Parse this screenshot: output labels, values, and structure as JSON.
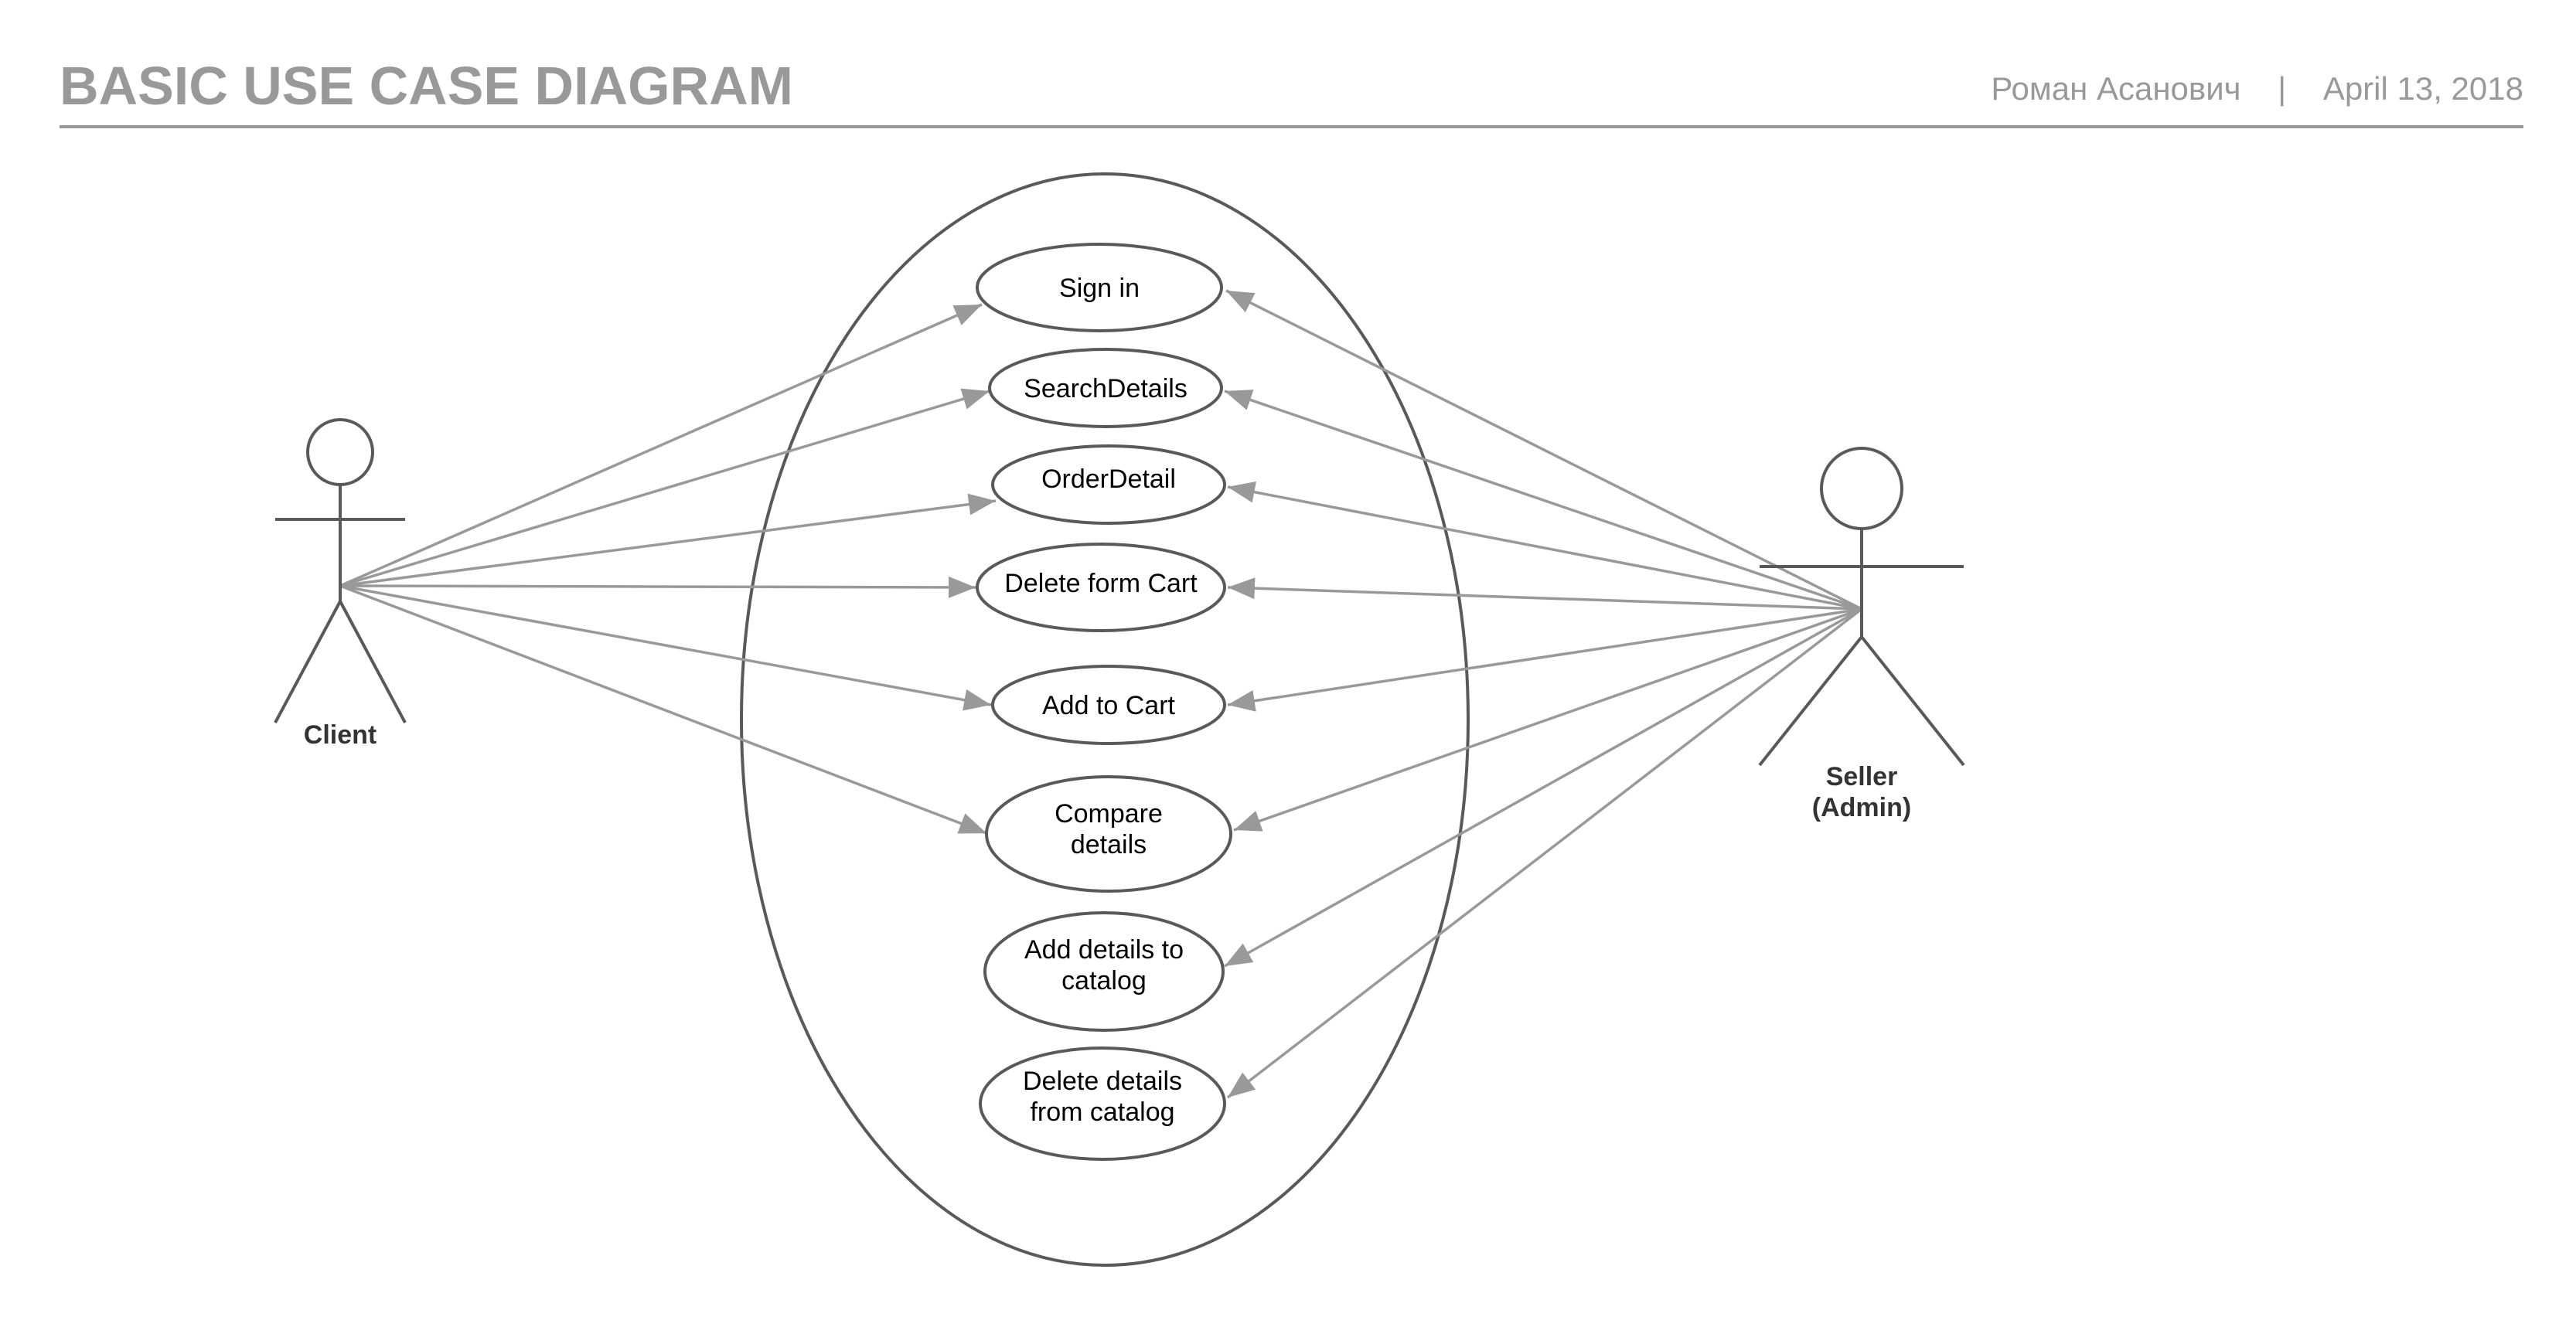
{
  "header": {
    "title": "BASIC USE CASE DIAGRAM",
    "author": "Роман Асанович",
    "separator": "|",
    "date": "April 13, 2018"
  },
  "actors": {
    "client": {
      "label": "Client"
    },
    "seller": {
      "label_lines": [
        "Seller",
        "(Admin)"
      ]
    }
  },
  "use_cases": [
    {
      "id": "sign-in",
      "lines": [
        "Sign in"
      ]
    },
    {
      "id": "search-details",
      "lines": [
        "SearchDetails"
      ]
    },
    {
      "id": "order-detail",
      "lines": [
        "OrderDetail"
      ]
    },
    {
      "id": "delete-from-cart",
      "lines": [
        "Delete form Cart"
      ]
    },
    {
      "id": "add-to-cart",
      "lines": [
        "Add to Cart"
      ]
    },
    {
      "id": "compare-details",
      "lines": [
        "Compare",
        "details"
      ]
    },
    {
      "id": "add-details-to-catalog",
      "lines": [
        "Add details to",
        "catalog"
      ]
    },
    {
      "id": "delete-details-from-catalog",
      "lines": [
        "Delete details",
        "from catalog"
      ]
    }
  ],
  "associations": {
    "client": [
      "sign-in",
      "search-details",
      "order-detail",
      "delete-from-cart",
      "add-to-cart",
      "compare-details"
    ],
    "seller": [
      "sign-in",
      "search-details",
      "order-detail",
      "delete-from-cart",
      "add-to-cart",
      "compare-details",
      "add-details-to-catalog",
      "delete-details-from-catalog"
    ]
  },
  "colors": {
    "title": "#999999",
    "outline": "#595959",
    "association": "#999999",
    "text": "#000000"
  }
}
